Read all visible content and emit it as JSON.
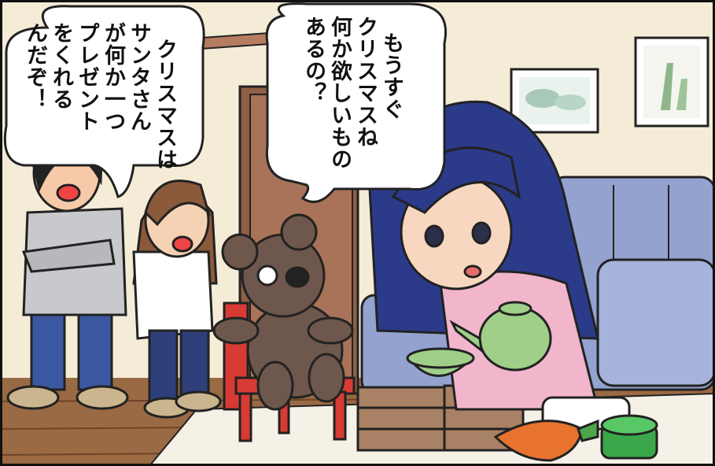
{
  "bubbles": {
    "left": {
      "lines": [
        "クリスマスは",
        "サンタさん",
        "が何か一つ",
        "プレゼント",
        "をくれる",
        "んだぞ！"
      ]
    },
    "center": {
      "lines": [
        "もうすぐ",
        "クリスマスね",
        "何か欲しいもの",
        "あるの？"
      ]
    }
  },
  "colors": {
    "wall": "#f5ecd8",
    "floor": "#9a6a44",
    "rug": "#f6f1e6",
    "sofa": "#93a2cf",
    "door": "#a87358",
    "bear": "#6e574c",
    "chair": "#d83a34",
    "teaset": "#9fcf88",
    "girl_hair": "#2b3b8a",
    "girl_top": "#f1b6cc",
    "carrot": "#e8732f",
    "tin": "#3aa84a"
  }
}
